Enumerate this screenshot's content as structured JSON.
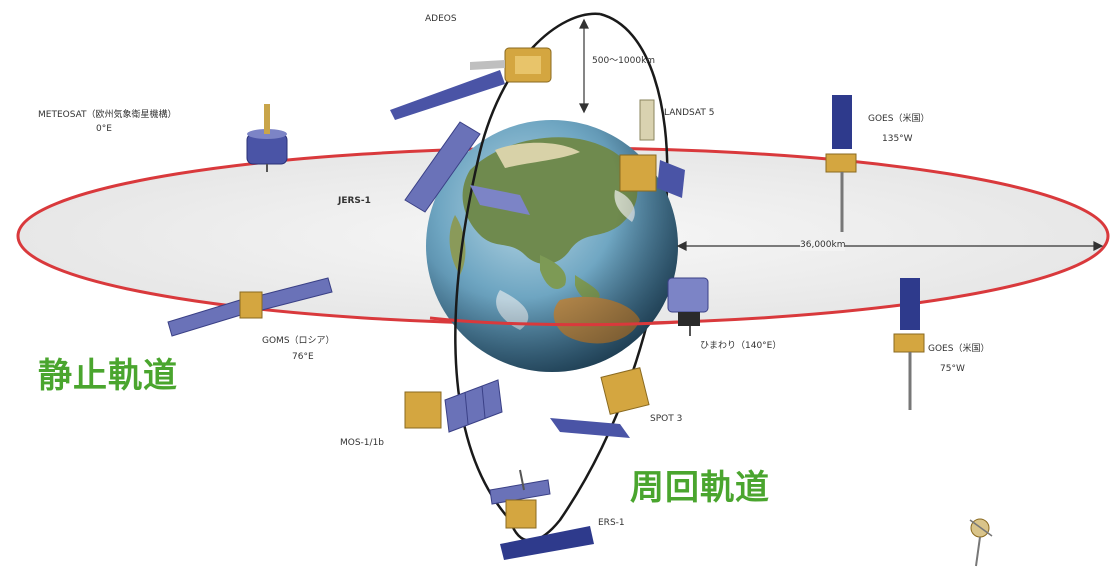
{
  "orbits": {
    "geostationary_label": "静止軌道",
    "polar_label": "周回軌道"
  },
  "satellites": {
    "adeos": "ADEOS",
    "meteosat_line1": "METEOSAT（欧州気象衛星機構）",
    "meteosat_line2": "0°E",
    "landsat": "LANDSAT 5",
    "goes_west_line1": "GOES（米国）",
    "goes_west_line2": "135°W",
    "jers": "JERS-1",
    "goms_line1": "GOMS（ロシア）",
    "goms_line2": "76°E",
    "himawari": "ひまわり（140°E）",
    "goes_east_line1": "GOES（米国）",
    "goes_east_line2": "75°W",
    "spot": "SPOT 3",
    "mos": "MOS-1/1b",
    "ers": "ERS-1"
  },
  "dimensions": {
    "polar_altitude": "500～1000km",
    "geo_altitude": "36,000km"
  },
  "colors": {
    "geo_orbit": "#d9393c",
    "polar_orbit": "#1a1a1a",
    "label_green": "#4aa52e",
    "panel_blue": "#4a54a6",
    "sat_gold": "#d4a640"
  }
}
